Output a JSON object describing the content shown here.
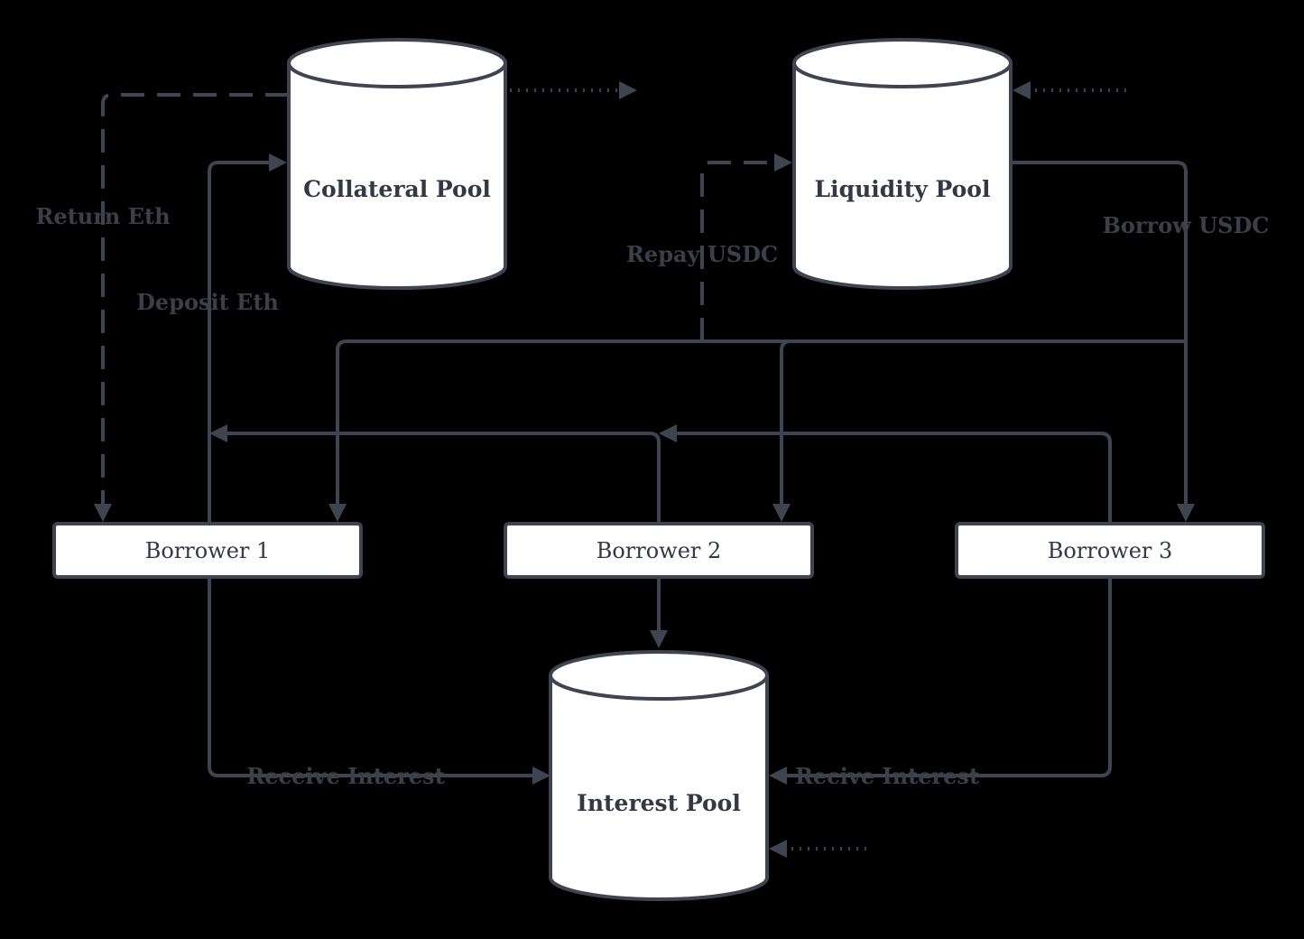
{
  "pools": {
    "collateral": "Collateral Pool",
    "liquidity": "Liquidity Pool",
    "interest": "Interest Pool"
  },
  "borrowers": {
    "b1": "Borrower 1",
    "b2": "Borrower 2",
    "b3": "Borrower 3"
  },
  "edges": {
    "return_eth": "Return Eth",
    "deposit_eth": "Deposit Eth",
    "repay_usdc": "Repay USDC",
    "borrow_usdc": "Borrow USDC",
    "receive_interest": "Receive Interest",
    "recive_interest": "Recive Interest"
  },
  "colors": {
    "background": "#000000",
    "line": "#3f4550",
    "shape_fill": "#ffffff",
    "text": "#333944"
  }
}
